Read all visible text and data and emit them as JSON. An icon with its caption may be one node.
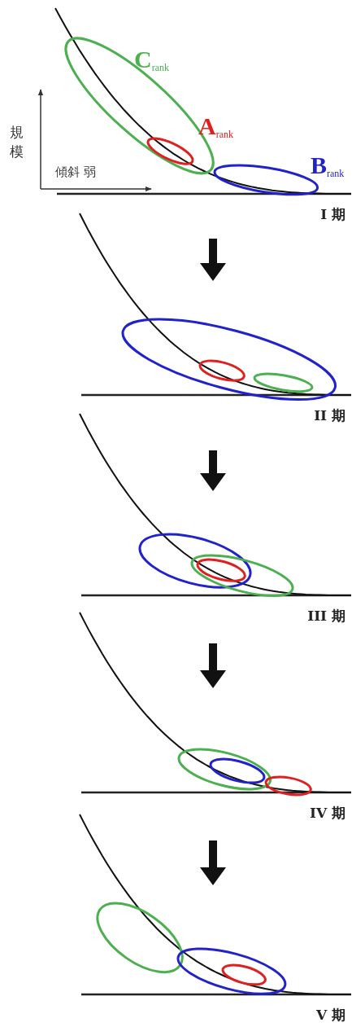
{
  "diagram": {
    "nodes": [
      {
        "text": [],
        "shape": "ellipse",
        "beside": [
          "C$_{rank}$"
        ]
      },
      {
        "text": [],
        "shape": "ellipse",
        "in": 0,
        "beside": [
          "A$_{rank}$"
        ]
      },
      {
        "text": [],
        "shape": "ellipse",
        "beside": [
          "B$_{rank}$"
        ]
      },
      {
        "text": [],
        "shape": "ellipse"
      },
      {
        "text": [],
        "shape": "ellipse",
        "in": 3
      },
      {
        "text": [],
        "shape": "ellipse",
        "in": 3
      },
      {
        "text": [],
        "shape": "ellipse"
      },
      {
        "text": [],
        "shape": "ellipse"
      },
      {
        "text": [],
        "shape": "ellipse"
      },
      {
        "text": [],
        "shape": "ellipse"
      },
      {
        "text": [],
        "shape": "ellipse",
        "in": 9
      },
      {
        "text": [],
        "shape": "ellipse"
      },
      {
        "text": [],
        "shape": "ellipse"
      },
      {
        "text": [],
        "shape": "ellipse"
      },
      {
        "text": [],
        "shape": "ellipse",
        "in": 13
      }
    ],
    "labels": [
      "規模",
      "傾斜 弱",
      "I 期",
      "II 期",
      "III 期",
      "IV 期",
      "V 期"
    ]
  }
}
